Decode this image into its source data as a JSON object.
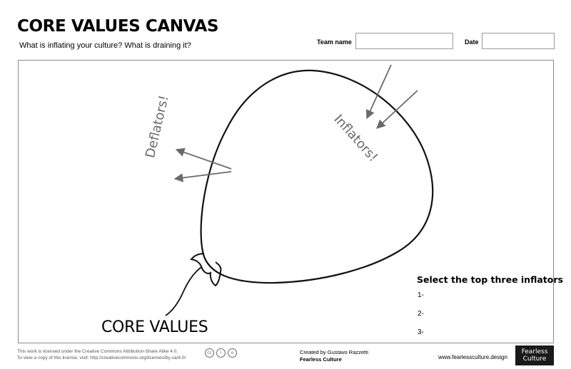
{
  "header": {
    "title": "CORE VALUES CANVAS",
    "subtitle": "What is inflating your culture? What is draining it?"
  },
  "fields": {
    "team_label": "Team name",
    "team_value": "",
    "date_label": "Date",
    "date_value": ""
  },
  "canvas": {
    "deflators_label": "Deflators!",
    "inflators_label": "Inflators!",
    "core_values_label": "CORE VALUES"
  },
  "selection": {
    "title": "Select the top three inflators",
    "items": [
      "1-",
      "2-",
      "3-"
    ]
  },
  "footer": {
    "license_line1": "This work is licensed under the Creative Commons Attribution-Share Alike 4.0.",
    "license_line2": "To view a copy of this license, visit: http://creativecommons.org/licenses/by-sa/4.0/",
    "cc_icons": [
      "cc",
      "i",
      "o"
    ],
    "created_by": "Created by Gustavo Razzetti",
    "company": "Fearless Culture",
    "website": "www.fearlessculture.design",
    "logo_line1": "Fearless",
    "logo_line2": "Culture"
  }
}
